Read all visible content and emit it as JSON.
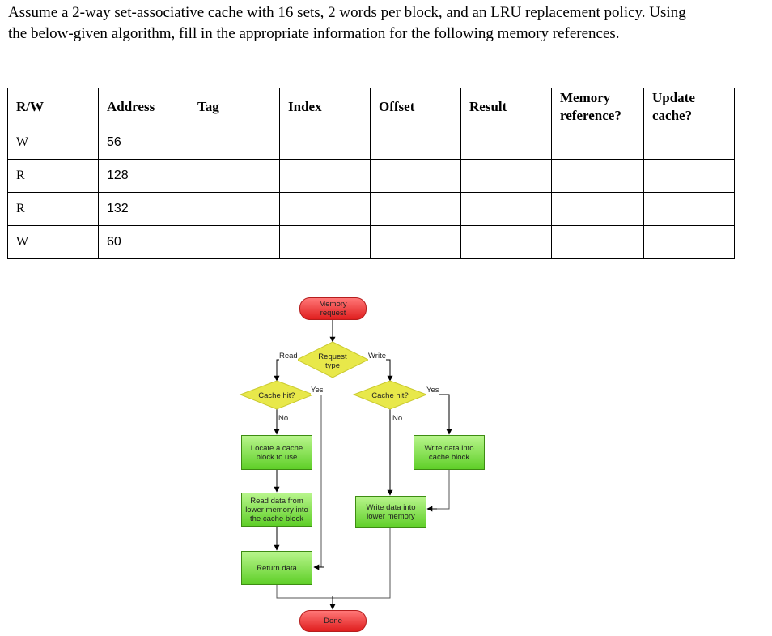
{
  "question": {
    "line1": "Assume a 2-way set-associative cache with 16 sets, 2 words per block, and an LRU replacement policy. Using",
    "line2": "the below-given algorithm, fill in the appropriate information for the following memory references."
  },
  "table": {
    "headers": {
      "rw": "R/W",
      "address": "Address",
      "tag": "Tag",
      "index": "Index",
      "offset": "Offset",
      "result": "Result",
      "memory_ref_1": "Memory",
      "memory_ref_2": "reference?",
      "update_1": "Update",
      "update_2": "cache?"
    },
    "rows": [
      {
        "rw": "W",
        "address": "56"
      },
      {
        "rw": "R",
        "address": "128"
      },
      {
        "rw": "R",
        "address": "132"
      },
      {
        "rw": "W",
        "address": "60"
      }
    ]
  },
  "flowchart": {
    "memory_request": [
      "Memory",
      "request"
    ],
    "request_type": [
      "Request",
      "type"
    ],
    "read_label": "Read",
    "write_label": "Write",
    "cache_hit_read": "Cache hit?",
    "cache_hit_write": "Cache hit?",
    "yes_read": "Yes",
    "no_read": "No",
    "yes_write": "Yes",
    "no_write": "No",
    "locate": [
      "Locate a cache",
      "block to use"
    ],
    "read_lower": [
      "Read data from",
      "lower memory into",
      "the cache block"
    ],
    "return_data": "Return data",
    "write_cache": [
      "Write data into",
      "cache block"
    ],
    "write_lower": [
      "Write data into",
      "lower memory"
    ],
    "done": "Done"
  }
}
